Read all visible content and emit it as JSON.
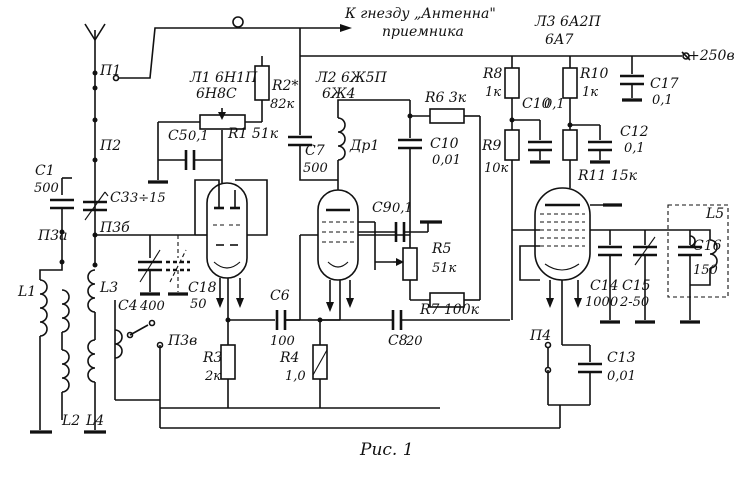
{
  "header": {
    "antenna_note_line1": "К гнезду „Антенна\"",
    "antenna_note_line2": "приемника",
    "supply": "+250в"
  },
  "tubes": {
    "l1": {
      "name": "Л1 6Н1П",
      "alt": "6Н8С"
    },
    "l2": {
      "name": "Л2 6Ж5П",
      "alt": "6Ж4"
    },
    "l3": {
      "name": "Л3 6А2П",
      "alt": "6А7"
    }
  },
  "components": {
    "p1": "П1",
    "p2": "П2",
    "p3a": "П3а",
    "p3b": "П3б",
    "p3v": "П3в",
    "p4": "П4",
    "c1": "C1",
    "c1_val": "500",
    "c3": "C3",
    "c3_val": "3÷15",
    "c4": "C4",
    "c4_val": "400",
    "c18": "C18",
    "c18_val": "50",
    "c5": "C5",
    "c5_val": "0,1",
    "c6": "C6",
    "c6_val": "100",
    "c7": "C7",
    "c7_val": "500",
    "c8": "C8",
    "c8_val": "20",
    "c9": "C9",
    "c9_val": "0,1",
    "c10a": "C10",
    "c10a_val": "0,01",
    "c10b": "C10",
    "c10b_val": "0,1",
    "c12": "C12",
    "c12_val": "0,1",
    "c13": "C13",
    "c13_val": "0,01",
    "c14": "C14",
    "c14_val": "1000",
    "c15": "C15",
    "c15_val": "2-50",
    "c16": "C16",
    "c16_val": "150",
    "c17": "C17",
    "c17_val": "0,1",
    "r1": "R1 51к",
    "r2": "R2*",
    "r2_val": "82к",
    "r3": "R3",
    "r3_val": "2к",
    "r4": "R4",
    "r4_val": "1,0",
    "r5": "R5",
    "r5_val": "51к",
    "r6": "R6 3к",
    "r7": "R7 100к",
    "r8": "R8",
    "r8_val": "1к",
    "r9": "R9",
    "r9_val": "10к",
    "r10": "R10",
    "r10_val": "1к",
    "r11": "R11 15к",
    "dr1": "Др1",
    "l1": "L1",
    "l2": "L2",
    "l3": "L3",
    "l4": "L4",
    "l5": "L5"
  },
  "caption": "Рис. 1"
}
